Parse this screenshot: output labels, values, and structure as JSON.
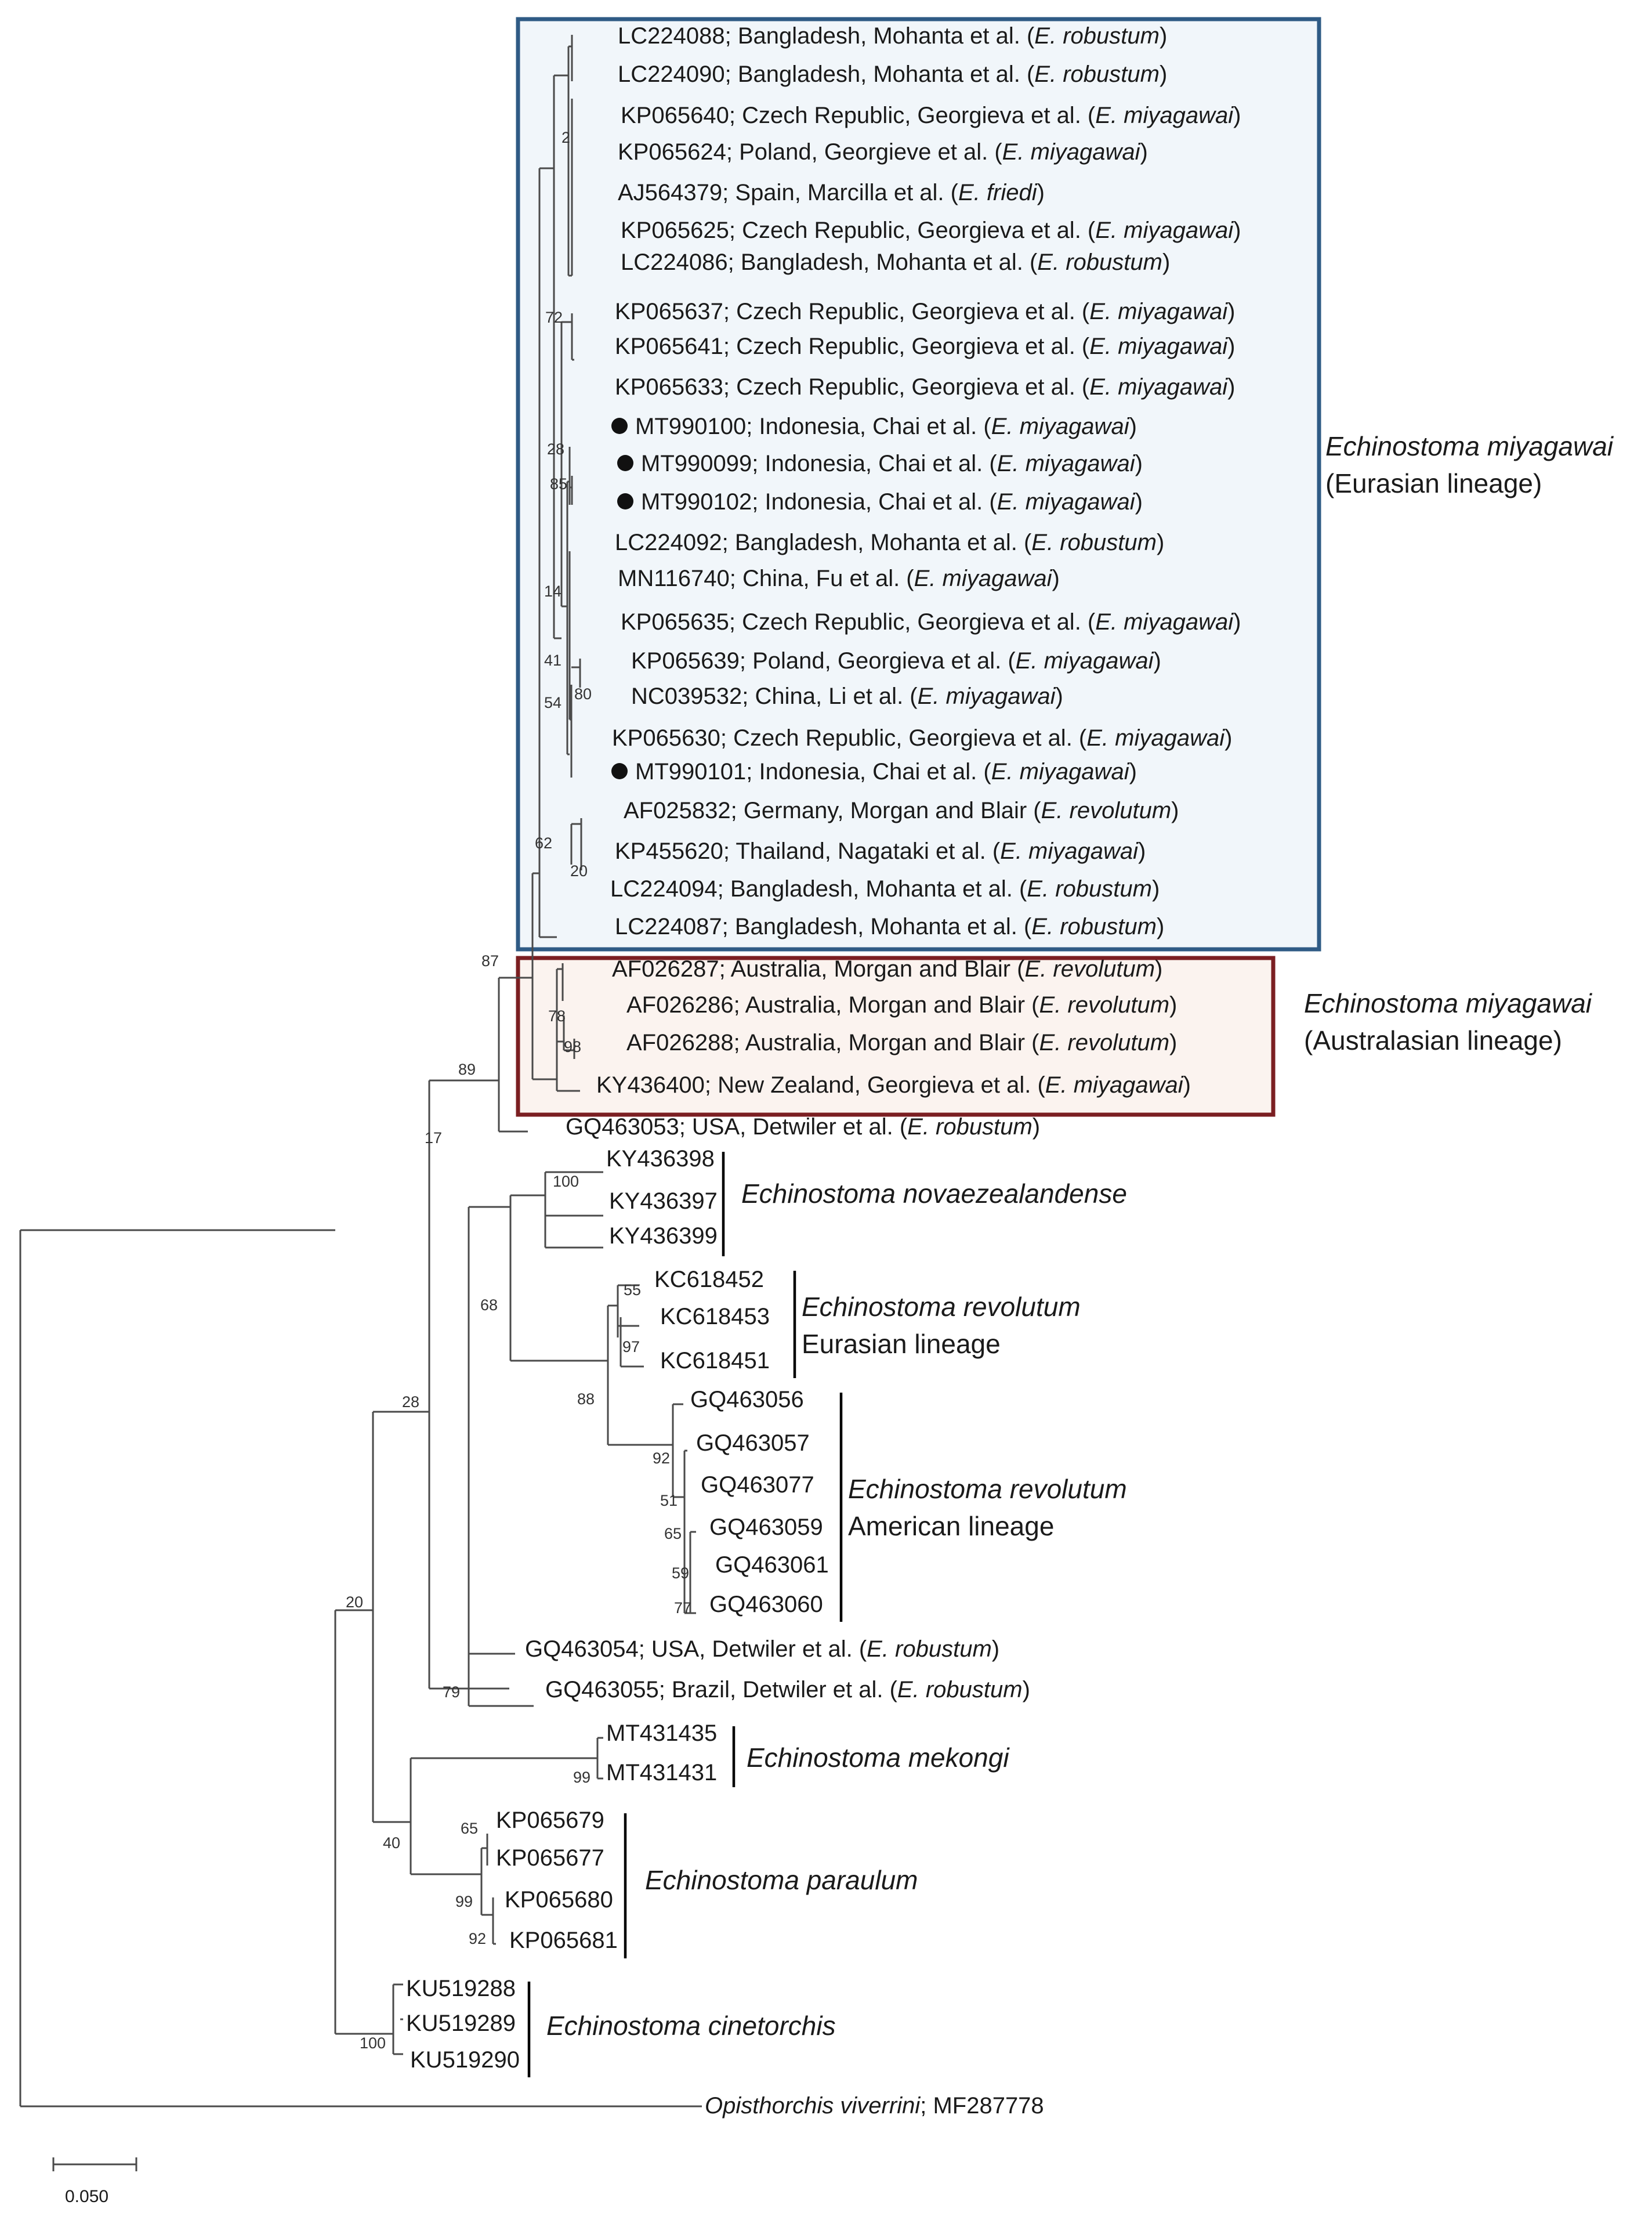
{
  "colors": {
    "eurasian_box_border": "#2f5b85",
    "eurasian_box_fill": "#f1f6fa",
    "australasian_box_border": "#7b1f22",
    "australasian_box_fill": "#fbf3ef",
    "branches": "#4a4a4a",
    "text": "#1a1a1a"
  },
  "scale_bar": {
    "label": "0.050"
  },
  "leaves": [
    {
      "id": "LC224088",
      "pre": "LC224088; Bangladesh,  Mohanta et al. (",
      "ital": "E. robustum",
      "post": ")"
    },
    {
      "id": "LC224090",
      "pre": "LC224090; Bangladesh,  Mohanta et al. (",
      "ital": "E. robustum",
      "post": ")"
    },
    {
      "id": "KP065640",
      "pre": "KP065640; Czech Republic, Georgieva et al. (",
      "ital": "E. miyagawai",
      "post": ")"
    },
    {
      "id": "KP065624",
      "pre": "KP065624; Poland, Georgieve et al. (",
      "ital": "E. miyagawai",
      "post": ")"
    },
    {
      "id": "AJ564379",
      "pre": "AJ564379; Spain, Marcilla et al. (",
      "ital": "E. friedi",
      "post": ")"
    },
    {
      "id": "KP065625",
      "pre": "KP065625; Czech Republic, Georgieva et al. (",
      "ital": "E. miyagawai",
      "post": ")"
    },
    {
      "id": "LC224086",
      "pre": "LC224086; Bangladesh,  Mohanta et al. (",
      "ital": "E. robustum",
      "post": ")"
    },
    {
      "id": "KP065637",
      "pre": "KP065637; Czech Republic, Georgieva et al. (",
      "ital": "E. miyagawai",
      "post": ")"
    },
    {
      "id": "KP065641",
      "pre": "KP065641; Czech Republic, Georgieva et al. (",
      "ital": "E. miyagawai",
      "post": ")"
    },
    {
      "id": "KP065633",
      "pre": "KP065633; Czech Republic, Georgieva et al. (",
      "ital": "E. miyagawai",
      "post": ")"
    },
    {
      "id": "MT990100",
      "pre": "MT990100; Indonesia, Chai et al. (",
      "ital": "E. miyagawai",
      "post": ")",
      "dot": true
    },
    {
      "id": "MT990099",
      "pre": "MT990099; Indonesia, Chai et al. (",
      "ital": "E. miyagawai",
      "post": ")",
      "dot": true
    },
    {
      "id": "MT990102",
      "pre": "MT990102; Indonesia, Chai et al. (",
      "ital": "E. miyagawai",
      "post": ")",
      "dot": true
    },
    {
      "id": "LC224092",
      "pre": "LC224092; Bangladesh,  Mohanta et al. (",
      "ital": "E. robustum",
      "post": ")"
    },
    {
      "id": "MN116740",
      "pre": "MN116740; China, Fu et al. (",
      "ital": "E. miyagawai",
      "post": ")"
    },
    {
      "id": "KP065635",
      "pre": "KP065635; Czech Republic, Georgieva et al. (",
      "ital": "E. miyagawai",
      "post": ")"
    },
    {
      "id": "KP065639",
      "pre": "KP065639; Poland, Georgieva et al. (",
      "ital": "E. miyagawai",
      "post": ")"
    },
    {
      "id": "NC039532",
      "pre": "NC039532; China, Li et al. (",
      "ital": "E. miyagawai",
      "post": ")"
    },
    {
      "id": "KP065630",
      "pre": "KP065630; Czech Republic, Georgieva et al. (",
      "ital": "E. miyagawai",
      "post": ")"
    },
    {
      "id": "MT990101",
      "pre": "MT990101; Indonesia, Chai et al. (",
      "ital": "E. miyagawai",
      "post": ")",
      "dot": true
    },
    {
      "id": "AF025832",
      "pre": "AF025832; Germany, Morgan and Blair (",
      "ital": "E. revolutum",
      "post": ")"
    },
    {
      "id": "KP455620",
      "pre": "KP455620; Thailand, Nagataki et al. (",
      "ital": "E. miyagawai",
      "post": ")"
    },
    {
      "id": "LC224094",
      "pre": "LC224094; Bangladesh,  Mohanta et al. (",
      "ital": "E. robustum",
      "post": ")"
    },
    {
      "id": "LC224087",
      "pre": "LC224087; Bangladesh,  Mohanta et al. (",
      "ital": "E. robustum",
      "post": ")"
    },
    {
      "id": "AF026287",
      "pre": "AF026287; Australia, Morgan and Blair (",
      "ital": "E. revolutum",
      "post": ")"
    },
    {
      "id": "AF026286",
      "pre": "AF026286; Australia, Morgan and Blair (",
      "ital": "E. revolutum",
      "post": ")"
    },
    {
      "id": "AF026288",
      "pre": "AF026288; Australia, Morgan and Blair (",
      "ital": "E. revolutum",
      "post": ")"
    },
    {
      "id": "KY436400",
      "pre": "KY436400; New Zealand, Georgieva et al. (",
      "ital": "E. miyagawai",
      "post": ")"
    },
    {
      "id": "GQ463053",
      "pre": "GQ463053; USA, Detwiler et al. (",
      "ital": "E. robustum",
      "post": ")"
    },
    {
      "id": "KY436398",
      "pre": "KY436398"
    },
    {
      "id": "KY436397",
      "pre": "KY436397"
    },
    {
      "id": "KY436399",
      "pre": "KY436399"
    },
    {
      "id": "KC618452",
      "pre": "KC618452"
    },
    {
      "id": "KC618453",
      "pre": "KC618453"
    },
    {
      "id": "KC618451",
      "pre": "KC618451"
    },
    {
      "id": "GQ463056",
      "pre": "GQ463056"
    },
    {
      "id": "GQ463057",
      "pre": "GQ463057"
    },
    {
      "id": "GQ463077",
      "pre": "GQ463077"
    },
    {
      "id": "GQ463059",
      "pre": "GQ463059"
    },
    {
      "id": "GQ463061",
      "pre": "GQ463061"
    },
    {
      "id": "GQ463060",
      "pre": "GQ463060"
    },
    {
      "id": "GQ463054",
      "pre": "GQ463054; USA, Detwiler et al. (",
      "ital": "E. robustum",
      "post": ")"
    },
    {
      "id": "GQ463055",
      "pre": "GQ463055; Brazil, Detwiler et al. (",
      "ital": "E. robustum",
      "post": ")"
    },
    {
      "id": "MT431435",
      "pre": "MT431435"
    },
    {
      "id": "MT431431",
      "pre": "MT431431"
    },
    {
      "id": "KP065679",
      "pre": "KP065679"
    },
    {
      "id": "KP065677",
      "pre": "KP065677"
    },
    {
      "id": "KP065680",
      "pre": "KP065680"
    },
    {
      "id": "KP065681",
      "pre": "KP065681"
    },
    {
      "id": "KU519288",
      "pre": "KU519288"
    },
    {
      "id": "KU519289",
      "pre": "KU519289"
    },
    {
      "id": "KU519290",
      "pre": "KU519290"
    },
    {
      "id": "MF287778",
      "pre": "",
      "ital": "Opisthorchis viverrini",
      "post": "; MF287778"
    }
  ],
  "bootstrap_values": [
    "2",
    "72",
    "28",
    "85",
    "14",
    "41",
    "80",
    "54",
    "62",
    "20",
    "87",
    "78",
    "98",
    "89",
    "17",
    "100",
    "55",
    "97",
    "68",
    "88",
    "92",
    "51",
    "65",
    "59",
    "77",
    "28",
    "79",
    "20",
    "99",
    "40",
    "65",
    "99",
    "92",
    "100"
  ],
  "clade_labels": [
    {
      "lines": [
        "Echinostoma miyagawai",
        "(Eurasian lineage)"
      ],
      "italic_first": true
    },
    {
      "lines": [
        "Echinostoma miyagawai",
        "(Australasian lineage)"
      ],
      "italic_first": true
    },
    {
      "lines": [
        "Echinostoma novaezealandense"
      ],
      "italic_first": true
    },
    {
      "lines": [
        "Echinostoma revolutum",
        "Eurasian lineage"
      ],
      "italic_first": true
    },
    {
      "lines": [
        "Echinostoma revolutum",
        "American lineage"
      ],
      "italic_first": true
    },
    {
      "lines": [
        "Echinostoma mekongi"
      ],
      "italic_first": true
    },
    {
      "lines": [
        "Echinostoma paraulum"
      ],
      "italic_first": true
    },
    {
      "lines": [
        "Echinostoma cinetorchis"
      ],
      "italic_first": true
    }
  ]
}
